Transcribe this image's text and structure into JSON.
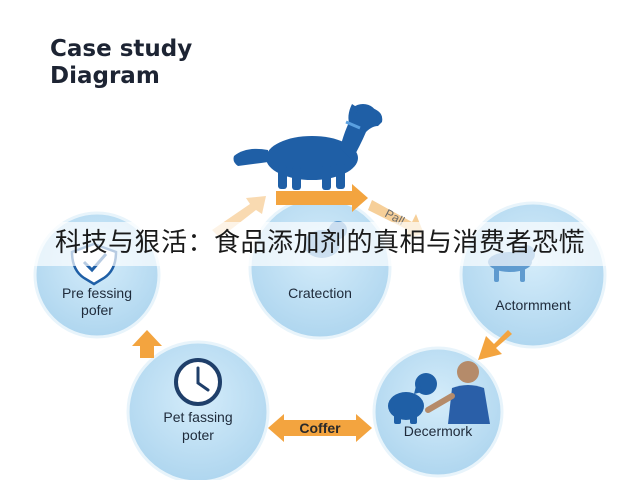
{
  "title": {
    "line1": "Case study",
    "line2": "Diagram"
  },
  "colors": {
    "circle_fill": "#bfe0f4",
    "circle_edge": "#e8f4fb",
    "dog": "#1f5fa6",
    "arrow": "#f3a43f",
    "arrow_text": "#2a2a2a",
    "label": "#1e2a3a",
    "banner_text": "#1a1a1a"
  },
  "nodes": [
    {
      "id": "pre-fessing",
      "label_lines": [
        "Pre fessing",
        "pofer"
      ],
      "icon": "shield-check-icon"
    },
    {
      "id": "cratection",
      "label_lines": [
        "Cratection"
      ],
      "icon": "dog-sitting-icon"
    },
    {
      "id": "actormment",
      "label_lines": [
        "Actormment"
      ],
      "icon": "dog-icon"
    },
    {
      "id": "decermork",
      "label_lines": [
        "Decermork"
      ],
      "icon": "dog-and-person-icon"
    },
    {
      "id": "pet-fassing",
      "label_lines": [
        "Pet fassing",
        "poter"
      ],
      "icon": "clock-icon"
    }
  ],
  "top_icon": "dog-standing-icon",
  "arrows": [
    {
      "id": "bottom-arrow",
      "label": "Coffer"
    },
    {
      "id": "right-top-arrow",
      "label": "Pall"
    },
    {
      "id": "left-top-arrow",
      "label": ""
    },
    {
      "id": "top-arrow",
      "label": ""
    },
    {
      "id": "right-arrow",
      "label": ""
    },
    {
      "id": "left-arrow",
      "label": ""
    }
  ],
  "overlay_caption": "科技与狠活：食品添加剂的真相与消费者恐慌"
}
